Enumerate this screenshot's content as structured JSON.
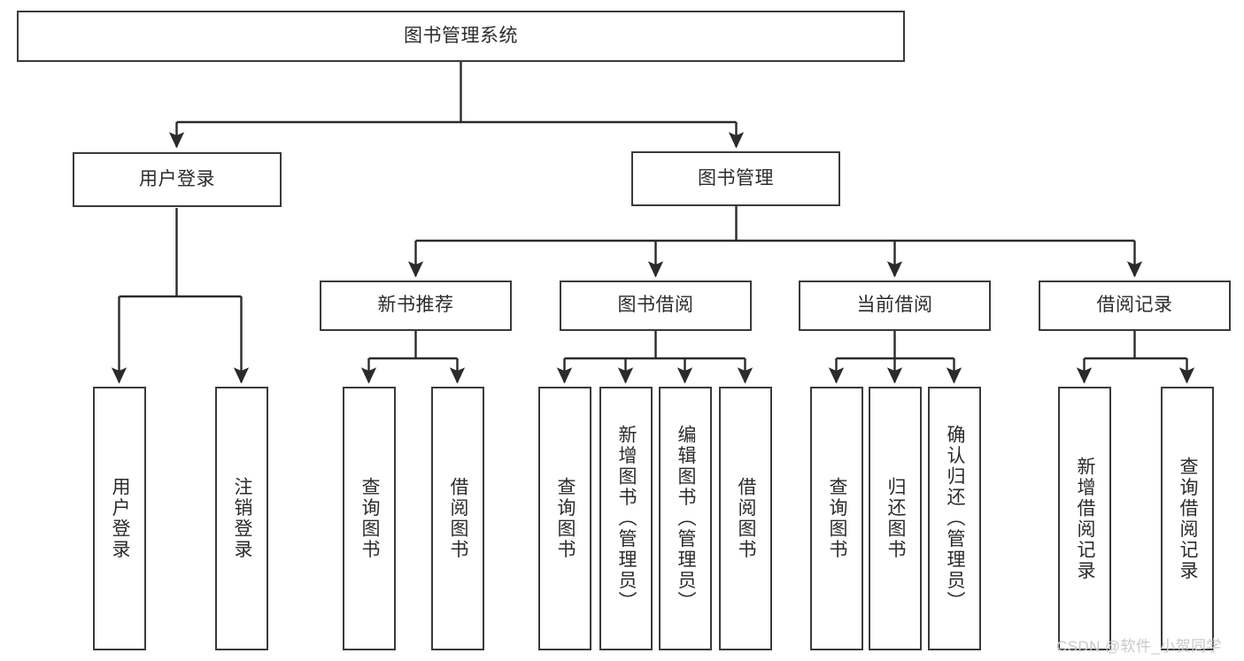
{
  "diagram": {
    "title": "图书管理系统",
    "type": "tree",
    "orientation": "top-down",
    "colors": {
      "box_border": "#3a3a3a",
      "box_fill": "#ffffff",
      "edge": "#2b2b2b",
      "text": "#2b2b2b",
      "watermark": "#c9c9c9",
      "background": "#ffffff"
    },
    "root": {
      "label": "图书管理系统"
    },
    "level2": [
      {
        "label": "用户登录"
      },
      {
        "label": "图书管理"
      }
    ],
    "level3": [
      {
        "label": "新书推荐"
      },
      {
        "label": "图书借阅"
      },
      {
        "label": "当前借阅"
      },
      {
        "label": "借阅记录"
      }
    ],
    "leaves": {
      "user_login": [
        {
          "label": "用户登录"
        },
        {
          "label": "注销登录"
        }
      ],
      "new_book_recommend": [
        {
          "label": "查询图书"
        },
        {
          "label": "借阅图书"
        }
      ],
      "book_borrow": [
        {
          "label": "查询图书"
        },
        {
          "label": "新增图书（管理员）"
        },
        {
          "label": "编辑图书（管理员）"
        },
        {
          "label": "借阅图书"
        }
      ],
      "current_borrow": [
        {
          "label": "查询图书"
        },
        {
          "label": "归还图书"
        },
        {
          "label": "确认归还（管理员）"
        }
      ],
      "borrow_record": [
        {
          "label": "新增借阅记录"
        },
        {
          "label": "查询借阅记录"
        }
      ]
    }
  },
  "watermark": {
    "text": "CSDN @软件_小贺同学"
  }
}
